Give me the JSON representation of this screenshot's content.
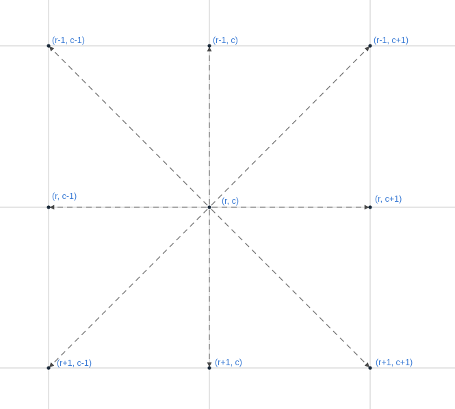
{
  "colors": {
    "grid": "#c8c8c8",
    "arrow": "#707070",
    "point": "#1b2a3a",
    "label": "#3a7bd5",
    "background": "#ffffff"
  },
  "center": {
    "row": 0,
    "col": 0,
    "label": "(r, c)"
  },
  "neighbors": [
    {
      "row": -1,
      "col": -1,
      "label": "(r-1, c-1)"
    },
    {
      "row": -1,
      "col": 0,
      "label": "(r-1, c)"
    },
    {
      "row": -1,
      "col": 1,
      "label": "(r-1, c+1)"
    },
    {
      "row": 0,
      "col": -1,
      "label": "(r, c-1)"
    },
    {
      "row": 0,
      "col": 1,
      "label": "(r, c+1)"
    },
    {
      "row": 1,
      "col": -1,
      "label": "(r+1, c-1)"
    },
    {
      "row": 1,
      "col": 0,
      "label": "(r+1, c)"
    },
    {
      "row": 1,
      "col": 1,
      "label": "(r+1, c+1)"
    }
  ]
}
